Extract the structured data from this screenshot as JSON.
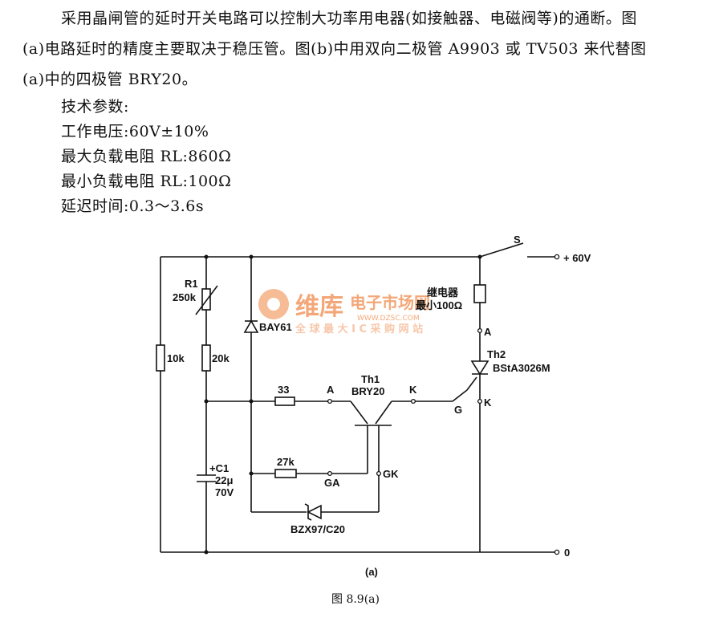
{
  "text": {
    "paragraph_lines": [
      "采用晶闸管的延时开关电路可以控制大功率用电器(如接触器、电磁阀等)的通断。图",
      "(a)电路延时的精度主要取决于稳压管。图(b)中用双向二极管 A9903 或 TV503 来代替图",
      "(a)中的四极管 BRY20。"
    ],
    "params_heading": "技术参数:",
    "params": [
      "工作电压:60V±10%",
      "最大负载电阻 RL:860Ω",
      "最小负载电阻 RL:100Ω",
      "延迟时间:0.3～3.6s"
    ]
  },
  "diagram": {
    "switch_label": "S",
    "supply_label": "+ 60V",
    "ground_label": "0",
    "r1_label": "R1",
    "r1_value": "250k",
    "r_10k": "10k",
    "r_20k": "20k",
    "diode_label": "BAY61",
    "r_33": "33",
    "node_a1": "A",
    "th1_label": "Th1",
    "th1_part": "BRY20",
    "node_k1": "K",
    "node_g": "G",
    "r_27k": "27k",
    "node_ga": "GA",
    "node_gk": "GK",
    "c1_label": "+C1",
    "c1_value": "22μ",
    "c1_voltage": "70V",
    "zener_label": "BZX97/C20",
    "relay_label": "继电器",
    "relay_value": "最小100Ω",
    "node_a2": "A",
    "th2_label": "Th2",
    "th2_part": "BStA3026M",
    "node_k2": "K",
    "subfig_label": "(a)",
    "figure_caption": "图 8.9(a)"
  },
  "watermark": {
    "brand": "维库",
    "brand_sub": "电子市场网",
    "url": "WWW.DZSC.COM",
    "slogan": "全 球 最 大 I C 采 购 网 站"
  }
}
